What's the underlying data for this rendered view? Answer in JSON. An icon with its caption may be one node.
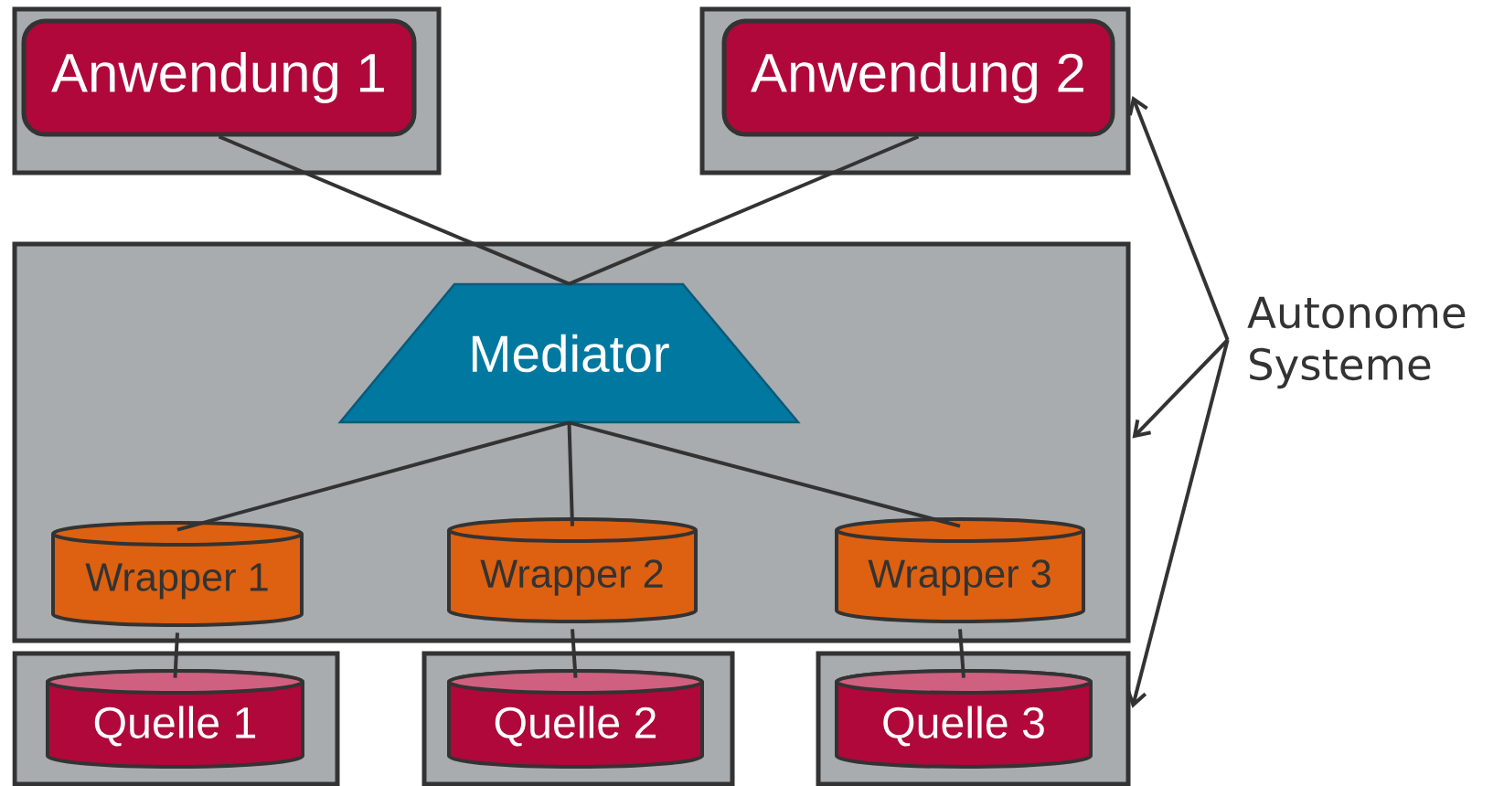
{
  "diagram": {
    "nodes": [
      {
        "text": [],
        "shape": "box"
      },
      {
        "text": [
          "Anwendung 1"
        ],
        "in": 0
      },
      {
        "text": [],
        "shape": "box"
      },
      {
        "text": [
          "Anwendung 2"
        ],
        "in": 2
      },
      {
        "text": [],
        "shape": "box"
      },
      {
        "text": [
          "Mediator"
        ],
        "in": 4
      },
      {
        "text": [
          "Wrapper 1"
        ],
        "in": 4
      },
      {
        "text": [
          "Wrapper 2"
        ],
        "in": 4
      },
      {
        "text": [
          "Wrapper 3"
        ],
        "in": 4
      },
      {
        "text": [],
        "shape": "box"
      },
      {
        "text": [
          "Quelle 1"
        ],
        "in": 9
      },
      {
        "text": [],
        "shape": "box"
      },
      {
        "text": [
          "Quelle 2"
        ],
        "in": 11
      },
      {
        "text": [],
        "shape": "box"
      },
      {
        "text": [
          "Quelle 3"
        ],
        "in": 13
      },
      {
        "text": [
          "Autonome Systeme"
        ]
      }
    ],
    "edges": [
      {
        "from": 1,
        "to": 5,
        "arrow": "none"
      },
      {
        "from": 3,
        "to": 5,
        "arrow": "none"
      },
      {
        "from": 5,
        "to": 6,
        "arrow": "none"
      },
      {
        "from": 5,
        "to": 7,
        "arrow": "none"
      },
      {
        "from": 5,
        "to": 8,
        "arrow": "none"
      },
      {
        "from": 6,
        "to": 10,
        "arrow": "none"
      },
      {
        "from": 7,
        "to": 12,
        "arrow": "none"
      },
      {
        "from": 8,
        "to": 14,
        "arrow": "none"
      },
      {
        "from": 15,
        "to": 2,
        "arrow": "to"
      },
      {
        "from": 15,
        "to": 4,
        "arrow": "to"
      },
      {
        "from": 15,
        "to": 13,
        "arrow": "to"
      }
    ]
  }
}
